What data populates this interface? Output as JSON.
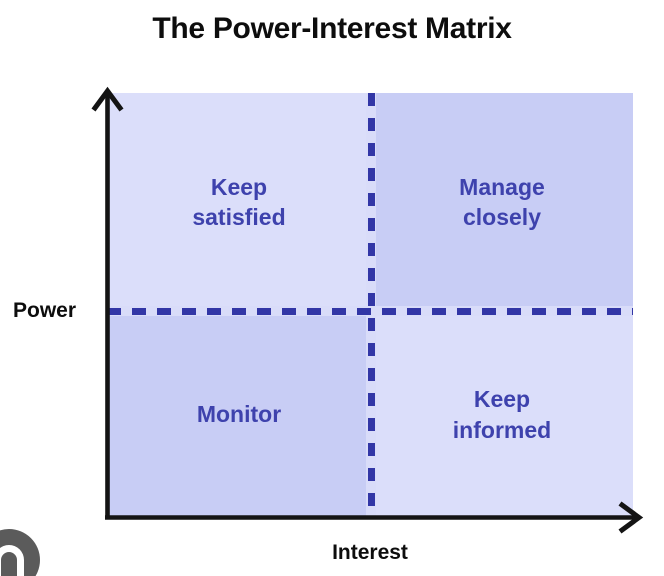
{
  "title": "The Power-Interest Matrix",
  "axes": {
    "y_label": "Power",
    "x_label": "Interest"
  },
  "quadrants": {
    "top_left": "Keep\nsatisfied",
    "top_right": "Manage\nclosely",
    "bottom_left": "Monitor",
    "bottom_right": "Keep\ninformed"
  },
  "colors": {
    "quadrant_light": "#dbdefa",
    "quadrant_dark": "#c8cdf5",
    "divider_dash": "#3236a6",
    "divider_band": "#d9dcf9",
    "quadrant_text": "#3e42ad",
    "axis": "#141414",
    "title_text": "#0d0d0d",
    "watermark_circle": "#5b5b5b"
  },
  "watermark": {
    "icon": "partial-circle-logo"
  }
}
